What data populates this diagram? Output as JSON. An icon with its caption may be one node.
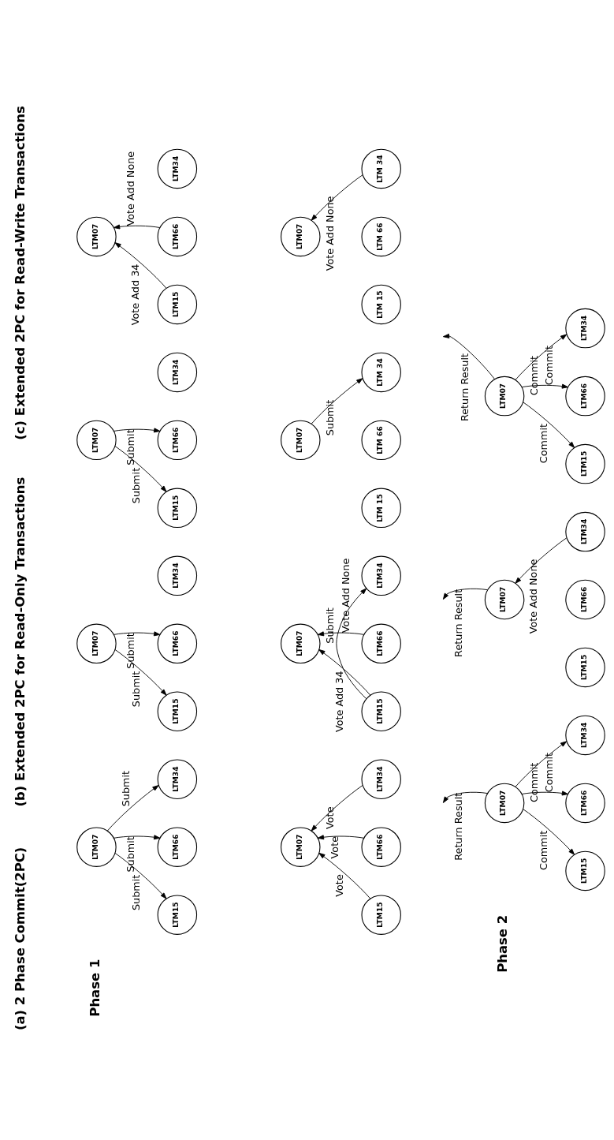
{
  "diagram": {
    "nodes": [
      {
        "text": [
          "LTM07"
        ]
      },
      {
        "text": [
          "LTM15"
        ]
      },
      {
        "text": [
          "LTM66"
        ]
      },
      {
        "text": [
          "LTM34"
        ]
      },
      {
        "text": [
          "LTM07"
        ]
      },
      {
        "text": [
          "LTM15"
        ]
      },
      {
        "text": [
          "LTM66"
        ]
      },
      {
        "text": [
          "LTM34"
        ]
      },
      {
        "text": [
          "LTM07"
        ]
      },
      {
        "text": [
          "LTM15"
        ]
      },
      {
        "text": [
          "LTM66"
        ]
      },
      {
        "text": [
          "LTM34"
        ]
      },
      {
        "text": [
          "LTM07"
        ]
      },
      {
        "text": [
          "LTM15"
        ]
      },
      {
        "text": [
          "LTM66"
        ]
      },
      {
        "text": [
          "LTM34"
        ]
      },
      {
        "text": [
          "LTM07"
        ]
      },
      {
        "text": [
          "LTM15"
        ]
      },
      {
        "text": [
          "LTM66"
        ]
      },
      {
        "text": [
          "LTM34"
        ]
      },
      {
        "text": [
          "LTM07"
        ]
      },
      {
        "text": [
          "LTM15"
        ]
      },
      {
        "text": [
          "LTM66"
        ]
      },
      {
        "text": [
          "LTM34"
        ]
      },
      {
        "text": [
          "LTM07"
        ]
      },
      {
        "text": [
          "LTM15"
        ]
      },
      {
        "text": [
          "LTM66"
        ]
      },
      {
        "text": [
          "LTM34"
        ]
      },
      {
        "text": [
          "LTM07"
        ]
      },
      {
        "text": [
          "LTM15"
        ]
      },
      {
        "text": [
          "LTM66"
        ]
      },
      {
        "text": [
          "LTM34"
        ]
      },
      {
        "text": [
          "LTM07"
        ]
      },
      {
        "text": [
          "LTM 15"
        ]
      },
      {
        "text": [
          "LTM 66"
        ]
      },
      {
        "text": [
          "LTM 34"
        ]
      },
      {
        "text": [
          "LTM07"
        ]
      },
      {
        "text": [
          "LTM 15"
        ]
      },
      {
        "text": [
          "LTM 66"
        ]
      },
      {
        "text": [
          "LTM 34"
        ]
      },
      {
        "text": [
          "LTM07"
        ]
      },
      {
        "text": [
          "LTM15"
        ]
      },
      {
        "text": [
          "LTM66"
        ]
      },
      {
        "text": [
          "LTM34"
        ]
      }
    ],
    "edges": [
      {
        "from": 0,
        "to": 1,
        "arrow": "to",
        "label": "Submit"
      },
      {
        "from": 0,
        "to": 2,
        "arrow": "to",
        "label": "Submit"
      },
      {
        "from": 0,
        "to": 3,
        "arrow": "to",
        "label": "Submit"
      },
      {
        "from": 5,
        "to": 4,
        "arrow": "to",
        "label": "Vote"
      },
      {
        "from": 6,
        "to": 4,
        "arrow": "to",
        "label": "Vote"
      },
      {
        "from": 7,
        "to": 4,
        "arrow": "to",
        "label": "Vote"
      },
      {
        "from": 8,
        "to": null,
        "arrow": "to",
        "label": "Return Result"
      },
      {
        "from": 8,
        "to": 9,
        "arrow": "to",
        "label": "Commit"
      },
      {
        "from": 8,
        "to": 10,
        "arrow": "to",
        "label": "Commit"
      },
      {
        "from": 8,
        "to": 11,
        "arrow": "to",
        "label": "Commit"
      },
      {
        "from": 12,
        "to": 13,
        "arrow": "to",
        "label": "Submit"
      },
      {
        "from": 12,
        "to": 14,
        "arrow": "to",
        "label": "Submit"
      },
      {
        "from": 17,
        "to": 16,
        "arrow": "to",
        "label": "Vote Add 34"
      },
      {
        "from": 18,
        "to": 16,
        "arrow": "to",
        "label": "Vote Add None"
      },
      {
        "from": 17,
        "to": 19,
        "arrow": "to",
        "label": "Submit"
      },
      {
        "from": 20,
        "to": null,
        "arrow": "to",
        "label": "Return Result"
      },
      {
        "from": 23,
        "to": 20,
        "arrow": "to",
        "label": "Vote Add None"
      },
      {
        "from": 24,
        "to": 25,
        "arrow": "to",
        "label": "Submit"
      },
      {
        "from": 24,
        "to": 26,
        "arrow": "to",
        "label": "Submit"
      },
      {
        "from": 29,
        "to": 28,
        "arrow": "to",
        "label": "Vote Add 34"
      },
      {
        "from": 30,
        "to": 28,
        "arrow": "to",
        "label": "Vote Add None"
      },
      {
        "from": 32,
        "to": 35,
        "arrow": "to",
        "label": "Submit"
      },
      {
        "from": 39,
        "to": 36,
        "arrow": "to",
        "label": "Vote Add None"
      },
      {
        "from": 40,
        "to": null,
        "arrow": "to",
        "label": "Return Result"
      },
      {
        "from": 40,
        "to": 41,
        "arrow": "to",
        "label": "Commit"
      },
      {
        "from": 40,
        "to": 42,
        "arrow": "to",
        "label": "Commit"
      },
      {
        "from": 40,
        "to": 43,
        "arrow": "to",
        "label": "Commit"
      }
    ],
    "labels": [
      "(a) 2 Phase Commit(2PC)",
      "(b) Extended 2PC for Read-Only Transactions",
      "(c) Extended 2PC for Read-Write Transactions",
      "Phase 1",
      "Phase 2"
    ]
  }
}
